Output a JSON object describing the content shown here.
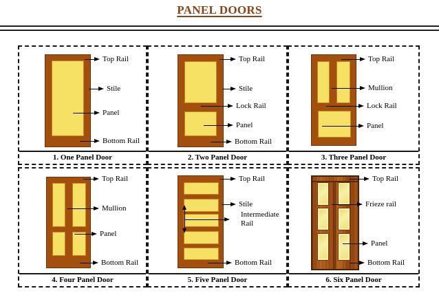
{
  "title": "PANEL DOORS",
  "colors": {
    "title_text": "#8C4318",
    "door_frame": "#A3500F",
    "door_frame_outline": "#6E3305",
    "door_panel": "#F7E164",
    "wood_door": "#A0521A",
    "wood_panel": "#F2E283",
    "line": "#000000"
  },
  "cells": [
    {
      "caption": "1. One Panel Door",
      "labels": {
        "top_rail": "Top Rail",
        "stile": "Stile",
        "panel": "Panel",
        "bottom_rail": "Bottom Rail"
      }
    },
    {
      "caption": "2. Two Panel Door",
      "labels": {
        "top_rail": "Top Rail",
        "stile": "Stile",
        "lock_rail": "Lock Rail",
        "panel": "Panel",
        "bottom_rail": "Bottom Rail"
      }
    },
    {
      "caption": "3. Three Panel Door",
      "labels": {
        "top_rail": "Top Rail",
        "mullion": "Mullion",
        "lock_rail": "Lock Rail",
        "panel": "Panel"
      }
    },
    {
      "caption": "4. Four Panel Door",
      "labels": {
        "top_rail": "Top Rail",
        "mullion": "Mullion",
        "panel": "Panel",
        "bottom_rail": "Bottom Rail"
      }
    },
    {
      "caption": "5. Five Panel Door",
      "labels": {
        "top_rail": "Top Rail",
        "stile": "Stile",
        "intermediate_rail": "Intermediate Rail",
        "bottom_rail": "Bottom Rail"
      }
    },
    {
      "caption": "6. Six Panel Door",
      "labels": {
        "top_rail": "Top Rail",
        "frieze_rail": "Frieze rail",
        "panel": "Panel",
        "bottom_rail": "Bottom Rail"
      }
    }
  ]
}
